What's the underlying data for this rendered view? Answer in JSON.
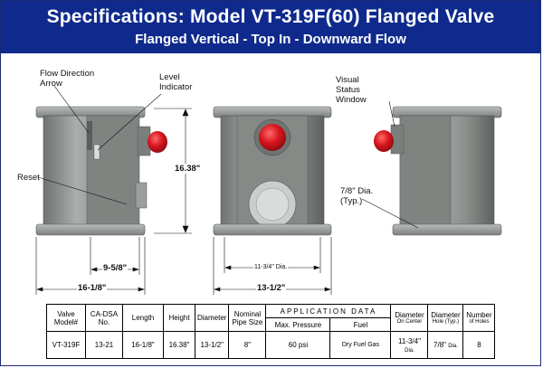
{
  "header": {
    "title": "Specifications: Model VT-319F(60) Flanged Valve",
    "subtitle": "Flanged Vertical - Top In - Downward Flow"
  },
  "labels": {
    "flow_direction_arrow": [
      "Flow Direction",
      "Arrow"
    ],
    "level_indicator": [
      "Level",
      "Indicator"
    ],
    "reset": "Reset",
    "visual_status_window": [
      "Visual",
      "Status",
      "Window"
    ],
    "hole_diameter": [
      "7/8\" Dia.",
      "(Typ.)"
    ]
  },
  "dimensions": {
    "height": "16.38\"",
    "body_width": "9-5/8\"",
    "overall_length": "16-1/8\"",
    "flange_diameter": "11-3/4\" Dia.",
    "front_width": "13-1/2\""
  },
  "colors": {
    "header_bg": "#0f2a8c",
    "valve_gray": "#8a8f8c",
    "indicator_red": "#d8161f"
  },
  "table": {
    "header_row1": {
      "valve_model": "Valve",
      "ca_dsa": "CA-DSA",
      "length": "Length",
      "height": "Height",
      "diameter": "Diameter",
      "nominal": "Nominal",
      "application_data": "APPLICATION       DATA",
      "diameter_on_center": "Diameter",
      "diameter_hole": "Diameter",
      "number": "Number"
    },
    "header_row2": {
      "valve_model": "Model#",
      "ca_dsa": "No.",
      "nominal": "Pipe Size",
      "max_pressure": "Max. Pressure",
      "fuel": "Fuel",
      "on_center": "On Center",
      "hole_typ": "Hole (Typ.)",
      "of_holes": "of Holes"
    },
    "row": {
      "model": "VT-319F",
      "ca_dsa": "13-21",
      "length": "16-1/8\"",
      "height": "16.38\"",
      "diameter": "13-1/2\"",
      "pipe_size": "8\"",
      "max_pressure": "60  psi",
      "fuel": "Dry Fuel Gas",
      "on_center": "11-3/4\"",
      "on_center_unit": "Dia.",
      "hole": "7/8\"",
      "hole_unit": "Dia.",
      "holes": "8"
    }
  }
}
